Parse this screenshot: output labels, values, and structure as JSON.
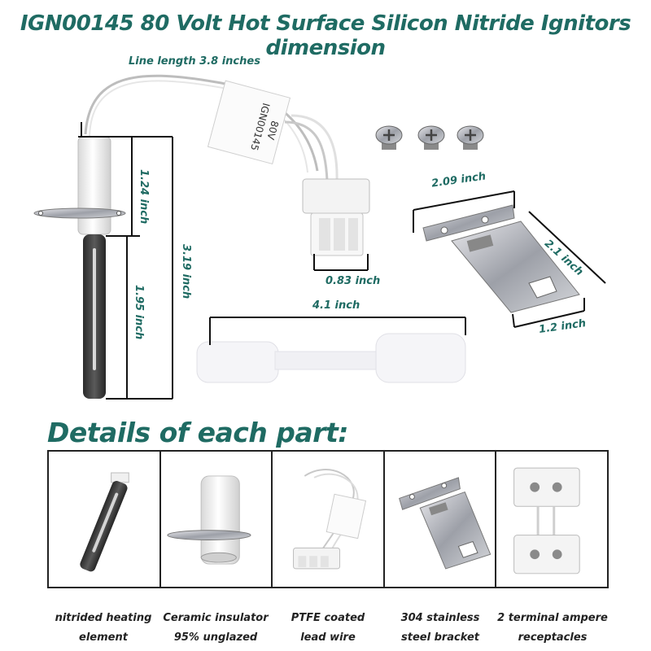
{
  "title": "IGN00145 80 Volt Hot Surface Silicon Nitride Ignitors dimension",
  "dimensions": {
    "line_length": "Line length 3.8 inches",
    "insulator_height": "1.24 inch",
    "element_length": "1.95 inch",
    "total_length": "3.19 inch",
    "plug_width": "0.83 inch",
    "connector_length": "4.1 inch",
    "bracket_width": "2.09 inch",
    "bracket_length": "2.1 inch",
    "bracket_base": "1.2 inch"
  },
  "label_tag": {
    "voltage": "80V",
    "part": "IGN00145"
  },
  "details_heading": "Details of each part:",
  "parts": [
    {
      "line1": "nitrided heating",
      "line2": "element"
    },
    {
      "line1": "Ceramic insulator",
      "line2": "95% unglazed"
    },
    {
      "line1": "PTFE coated",
      "line2": "lead wire"
    },
    {
      "line1": "304 stainless",
      "line2": "steel bracket"
    },
    {
      "line1": "2 terminal ampere",
      "line2": "receptacles"
    }
  ],
  "colors": {
    "accent": "#1f6b63",
    "text": "#222222"
  }
}
